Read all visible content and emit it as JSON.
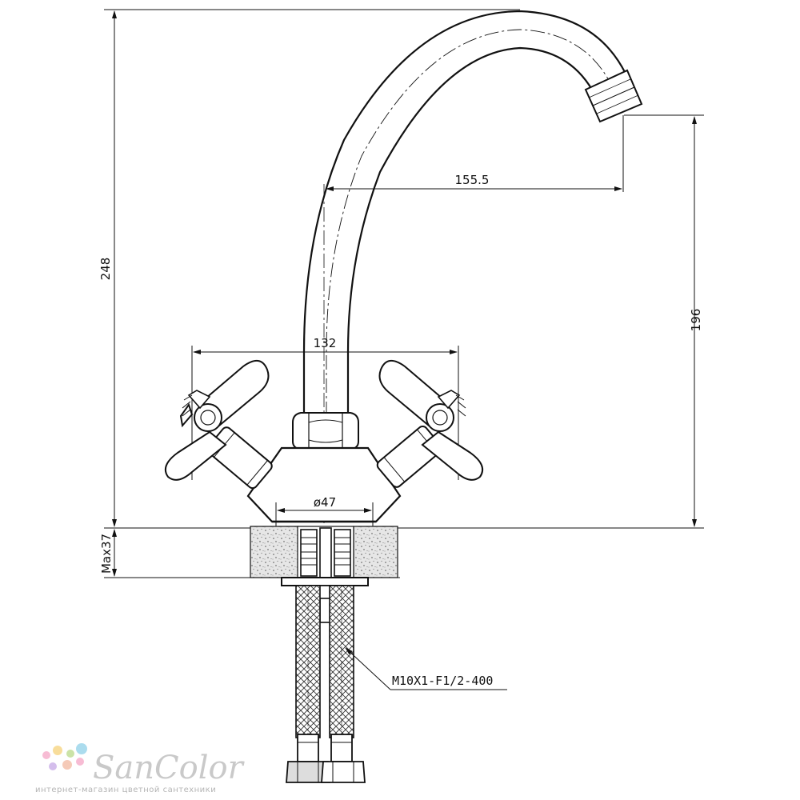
{
  "dimensions": {
    "total_height": "248",
    "spout_reach": "155.5",
    "spout_height": "196",
    "handle_span": "132",
    "base_diameter": "ø47",
    "max_counter_thickness": "Max37"
  },
  "callout": {
    "hose_spec": "M10X1-F1/2-400"
  },
  "logo": {
    "brand": "SanColor",
    "tagline": "интернет-магазин цветной сантехники",
    "dot_colors": [
      "#f4a6c6",
      "#f6d27a",
      "#b9d98a",
      "#8fd0e8",
      "#c6a8e6",
      "#f2b8a0"
    ]
  },
  "colors": {
    "line": "#111111",
    "countertop_fill": "#d9d9d9"
  }
}
